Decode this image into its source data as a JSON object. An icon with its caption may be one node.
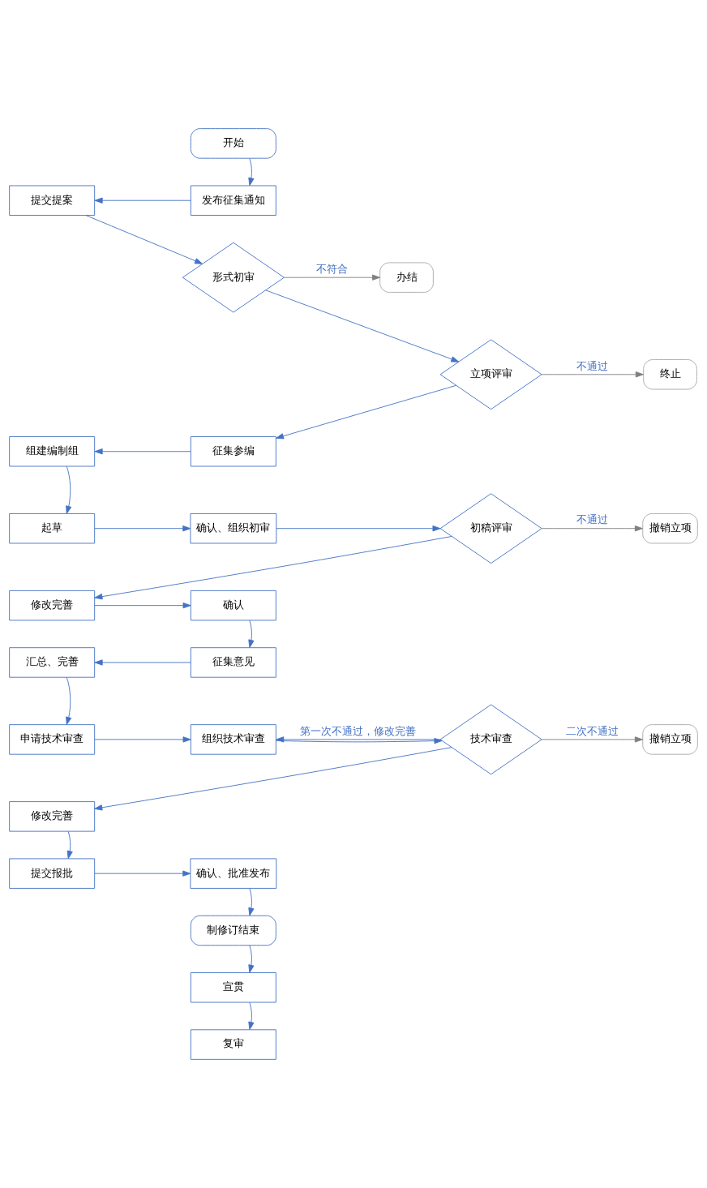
{
  "diagram": {
    "nodes": [
      {
        "text": [
          "开始"
        ]
      },
      {
        "text": [
          "发布征集通知"
        ]
      },
      {
        "text": [
          "提交提案"
        ]
      },
      {
        "text": [
          "形式初审"
        ]
      },
      {
        "text": [
          "办结"
        ]
      },
      {
        "text": [
          "立项评审"
        ]
      },
      {
        "text": [
          "终止"
        ]
      },
      {
        "text": [
          "征集参编"
        ]
      },
      {
        "text": [
          "组建编制组"
        ]
      },
      {
        "text": [
          "起草"
        ]
      },
      {
        "text": [
          "确认、组织初审"
        ]
      },
      {
        "text": [
          "初稿评审"
        ]
      },
      {
        "text": [
          "撤销立项"
        ]
      },
      {
        "text": [
          "修改完善"
        ]
      },
      {
        "text": [
          "确认"
        ]
      },
      {
        "text": [
          "征集意见"
        ]
      },
      {
        "text": [
          "汇总、完善"
        ]
      },
      {
        "text": [
          "申请技术审查"
        ]
      },
      {
        "text": [
          "组织技术审查"
        ]
      },
      {
        "text": [
          "技术审查"
        ]
      },
      {
        "text": [
          "撤销立项"
        ]
      },
      {
        "text": [
          "修改完善"
        ]
      },
      {
        "text": [
          "提交报批"
        ]
      },
      {
        "text": [
          "确认、批准发布"
        ]
      },
      {
        "text": [
          "制修订结束"
        ]
      },
      {
        "text": [
          "宣贯"
        ]
      },
      {
        "text": [
          "复审"
        ]
      }
    ],
    "edges": [
      {
        "from": 0,
        "to": 1,
        "arrow": "to"
      },
      {
        "from": 1,
        "to": 2,
        "arrow": "to"
      },
      {
        "from": 2,
        "to": 3,
        "arrow": "to"
      },
      {
        "from": 3,
        "to": 4,
        "arrow": "to",
        "label": "不符合",
        "color": "#808080"
      },
      {
        "from": 3,
        "to": 5,
        "arrow": "to"
      },
      {
        "from": 5,
        "to": 6,
        "arrow": "to",
        "label": "不通过",
        "color": "#808080"
      },
      {
        "from": 5,
        "to": 7,
        "arrow": "to"
      },
      {
        "from": 7,
        "to": 8,
        "arrow": "to"
      },
      {
        "from": 8,
        "to": 9,
        "arrow": "to"
      },
      {
        "from": 9,
        "to": 10,
        "arrow": "to"
      },
      {
        "from": 10,
        "to": 11,
        "arrow": "to"
      },
      {
        "from": 11,
        "to": 12,
        "arrow": "to",
        "label": "不通过",
        "color": "#808080"
      },
      {
        "from": 11,
        "to": 13,
        "arrow": "to"
      },
      {
        "from": 13,
        "to": 14,
        "arrow": "to"
      },
      {
        "from": 14,
        "to": 15,
        "arrow": "to"
      },
      {
        "from": 15,
        "to": 16,
        "arrow": "to"
      },
      {
        "from": 16,
        "to": 17,
        "arrow": "to"
      },
      {
        "from": 17,
        "to": 18,
        "arrow": "to"
      },
      {
        "from": 18,
        "to": 19,
        "arrow": "to"
      },
      {
        "from": 19,
        "to": 18,
        "arrow": "to",
        "label": "第一次不通过，修改完善"
      },
      {
        "from": 19,
        "to": 20,
        "arrow": "to",
        "label": "二次不通过",
        "color": "#808080"
      },
      {
        "from": 19,
        "to": 21,
        "arrow": "to"
      },
      {
        "from": 21,
        "to": 22,
        "arrow": "to"
      },
      {
        "from": 22,
        "to": 23,
        "arrow": "to"
      },
      {
        "from": 23,
        "to": 24,
        "arrow": "to"
      },
      {
        "from": 24,
        "to": 25,
        "arrow": "to"
      },
      {
        "from": 25,
        "to": 26,
        "arrow": "to"
      }
    ]
  }
}
